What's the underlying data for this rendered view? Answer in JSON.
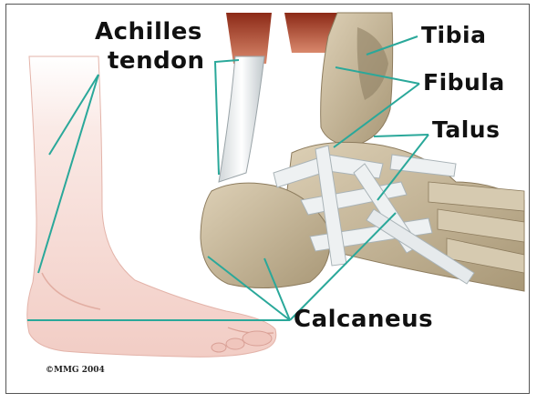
{
  "labels": {
    "achilles": "Achilles",
    "tendon": "tendon",
    "tibia": "Tibia",
    "fibula": "Fibula",
    "talus": "Talus",
    "calcaneus": "Calcaneus"
  },
  "copyright": "©MMG 2004",
  "colors": {
    "pointer": "#2aa89a",
    "skin": "#f3d2cc",
    "bone": "#c8b79a",
    "ligament": "#e8ecee",
    "muscle": "#b8442e"
  }
}
